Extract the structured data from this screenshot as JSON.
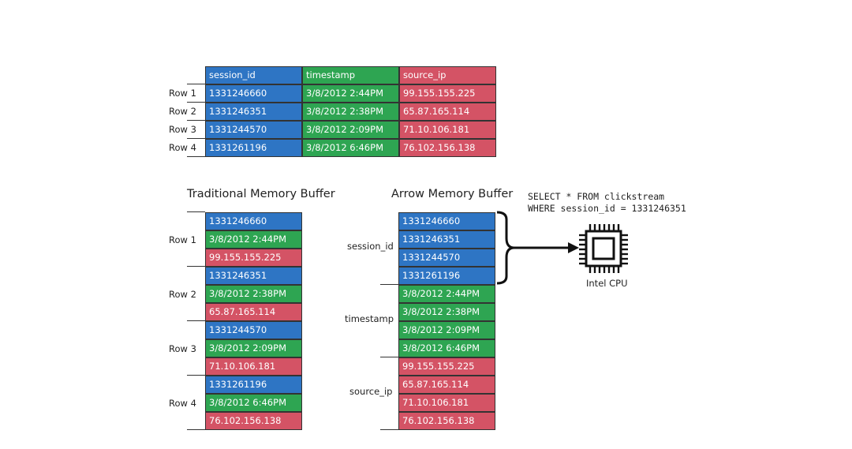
{
  "colors": {
    "session": "#2e75c4",
    "timestamp": "#2ea552",
    "source_ip": "#d45365"
  },
  "table": {
    "headers": [
      "session_id",
      "timestamp",
      "source_ip"
    ],
    "rows": [
      {
        "label": "Row 1",
        "session_id": "1331246660",
        "timestamp": "3/8/2012 2:44PM",
        "source_ip": "99.155.155.225"
      },
      {
        "label": "Row 2",
        "session_id": "1331246351",
        "timestamp": "3/8/2012 2:38PM",
        "source_ip": "65.87.165.114"
      },
      {
        "label": "Row 3",
        "session_id": "1331244570",
        "timestamp": "3/8/2012 2:09PM",
        "source_ip": "71.10.106.181"
      },
      {
        "label": "Row 4",
        "session_id": "1331261196",
        "timestamp": "3/8/2012 6:46PM",
        "source_ip": "76.102.156.138"
      }
    ]
  },
  "traditional": {
    "title": "Traditional Memory Buffer"
  },
  "arrow": {
    "title": "Arrow Memory Buffer",
    "group_labels": [
      "session_id",
      "timestamp",
      "source_ip"
    ]
  },
  "query": {
    "line1": "SELECT * FROM clickstream",
    "line2": "WHERE session_id = 1331246351"
  },
  "cpu": {
    "label": "Intel CPU",
    "icon": "cpu-chip-icon"
  }
}
